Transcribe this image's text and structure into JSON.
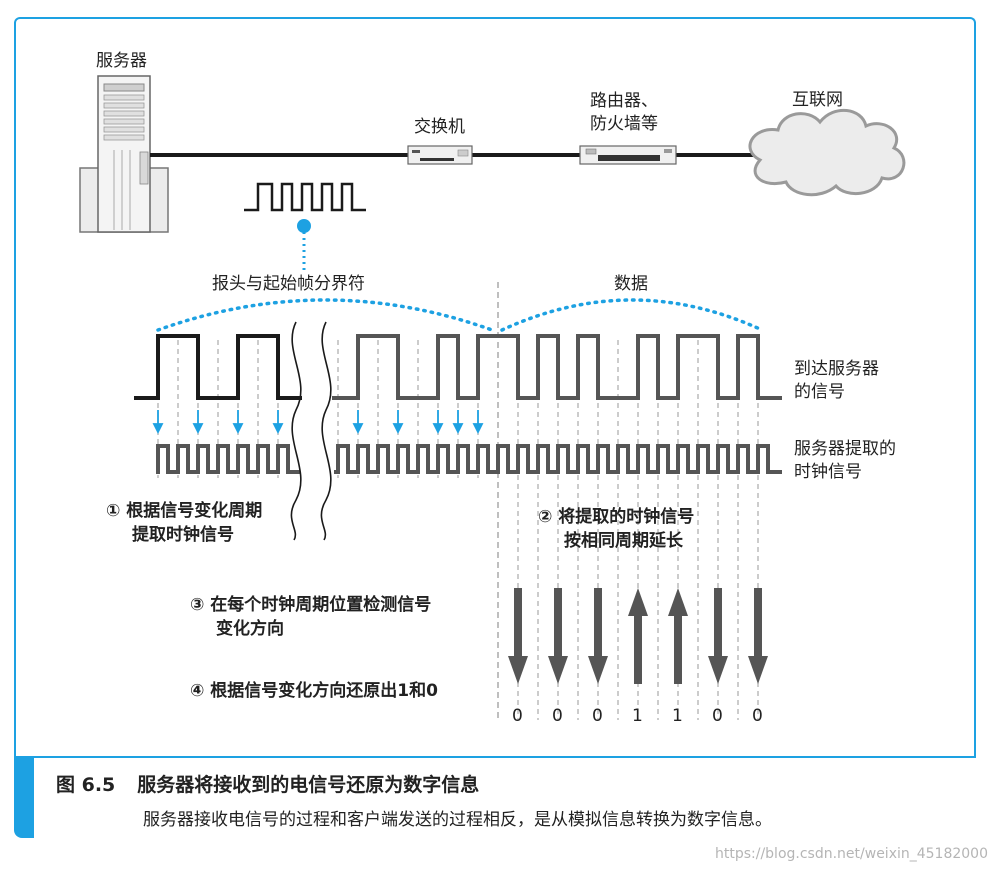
{
  "labels": {
    "server": "服务器",
    "switch": "交换机",
    "router_line1": "路由器、",
    "router_line2": "防火墙等",
    "internet": "互联网",
    "header_section": "报头与起始帧分界符",
    "data_section": "数据",
    "arrived_signal_line1": "到达服务器",
    "arrived_signal_line2": "的信号",
    "clock_signal_line1": "服务器提取的",
    "clock_signal_line2": "时钟信号"
  },
  "steps": [
    {
      "line1": "① 根据信号变化周期",
      "line2": "提取时钟信号"
    },
    {
      "line1": "② 将提取的时钟信号",
      "line2": "按相同周期延长"
    },
    {
      "line1": "③ 在每个时钟周期位置检测信号",
      "line2": "变化方向"
    },
    {
      "line1": "④ 根据信号变化方向还原出1和0",
      "line2": ""
    }
  ],
  "bits": [
    "0",
    "0",
    "0",
    "1",
    "1",
    "0",
    "0"
  ],
  "bit_directions": [
    "down",
    "down",
    "down",
    "up",
    "up",
    "down",
    "down"
  ],
  "caption": {
    "figure_number": "图 6.5",
    "title": "服务器将接收到的电信号还原为数字信息",
    "description": "服务器接收电信号的过程和客户端发送的过程相反，是从模拟信息转换为数字信息。"
  },
  "watermark": "https://blog.csdn.net/weixin_45182000",
  "colors": {
    "accent": "#1da1e2",
    "signal_dark": "#1a1a1a",
    "signal_gray": "#555555",
    "dashed": "#aaaaaa"
  }
}
